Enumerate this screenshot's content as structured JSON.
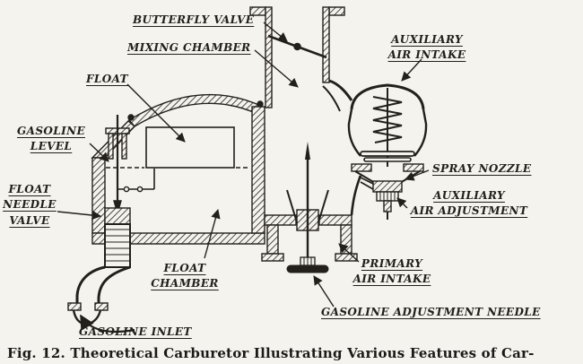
{
  "figure": {
    "caption": "Fig. 12.   Theoretical Carburetor Illustrating Various Features of Car-"
  },
  "labels": {
    "butterfly_valve": "BUTTERFLY VALVE",
    "mixing_chamber": "MIXING CHAMBER",
    "float": "FLOAT",
    "gasoline_level": "GASOLINE\nLEVEL",
    "float_needle_valve": "FLOAT\nNEEDLE\nVALVE",
    "float_chamber": "FLOAT\nCHAMBER",
    "gasoline_inlet": "GASOLINE INLET",
    "auxiliary_air_intake": "AUXILIARY\nAIR INTAKE",
    "spray_nozzle": "SPRAY NOZZLE",
    "auxiliary_air_adjustment": "AUXILIARY\nAIR ADJUSTMENT",
    "primary_air_intake": "PRIMARY\nAIR INTAKE",
    "gasoline_adjustment_needle": "GASOLINE ADJUSTMENT NEEDLE"
  },
  "colors": {
    "ink": "#23201c",
    "paper": "#f5f3ee"
  }
}
